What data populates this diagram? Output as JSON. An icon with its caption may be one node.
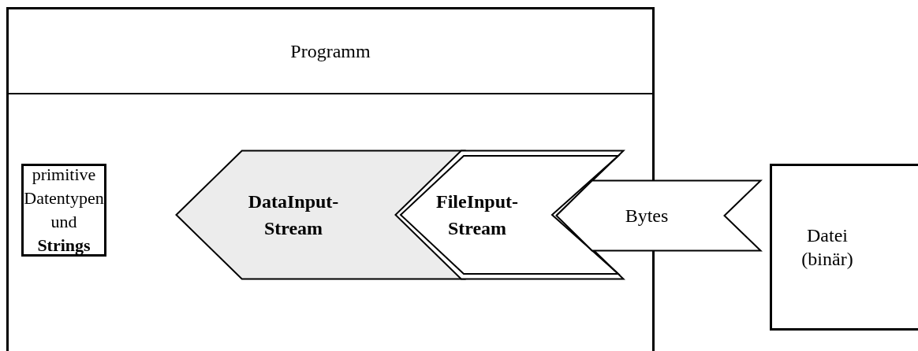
{
  "diagram": {
    "nodes": [
      {
        "text": [
          "Programm"
        ]
      },
      {
        "text": [
          "primitive Datentypen und **Strings**"
        ],
        "in": 0
      },
      {
        "text": [
          "DataInput- Stream"
        ],
        "in": 0
      },
      {
        "text": [
          "FileInput- Stream"
        ],
        "in": 0
      },
      {
        "text": [
          "Bytes"
        ]
      },
      {
        "text": [
          "Datei (binär)"
        ]
      }
    ]
  }
}
